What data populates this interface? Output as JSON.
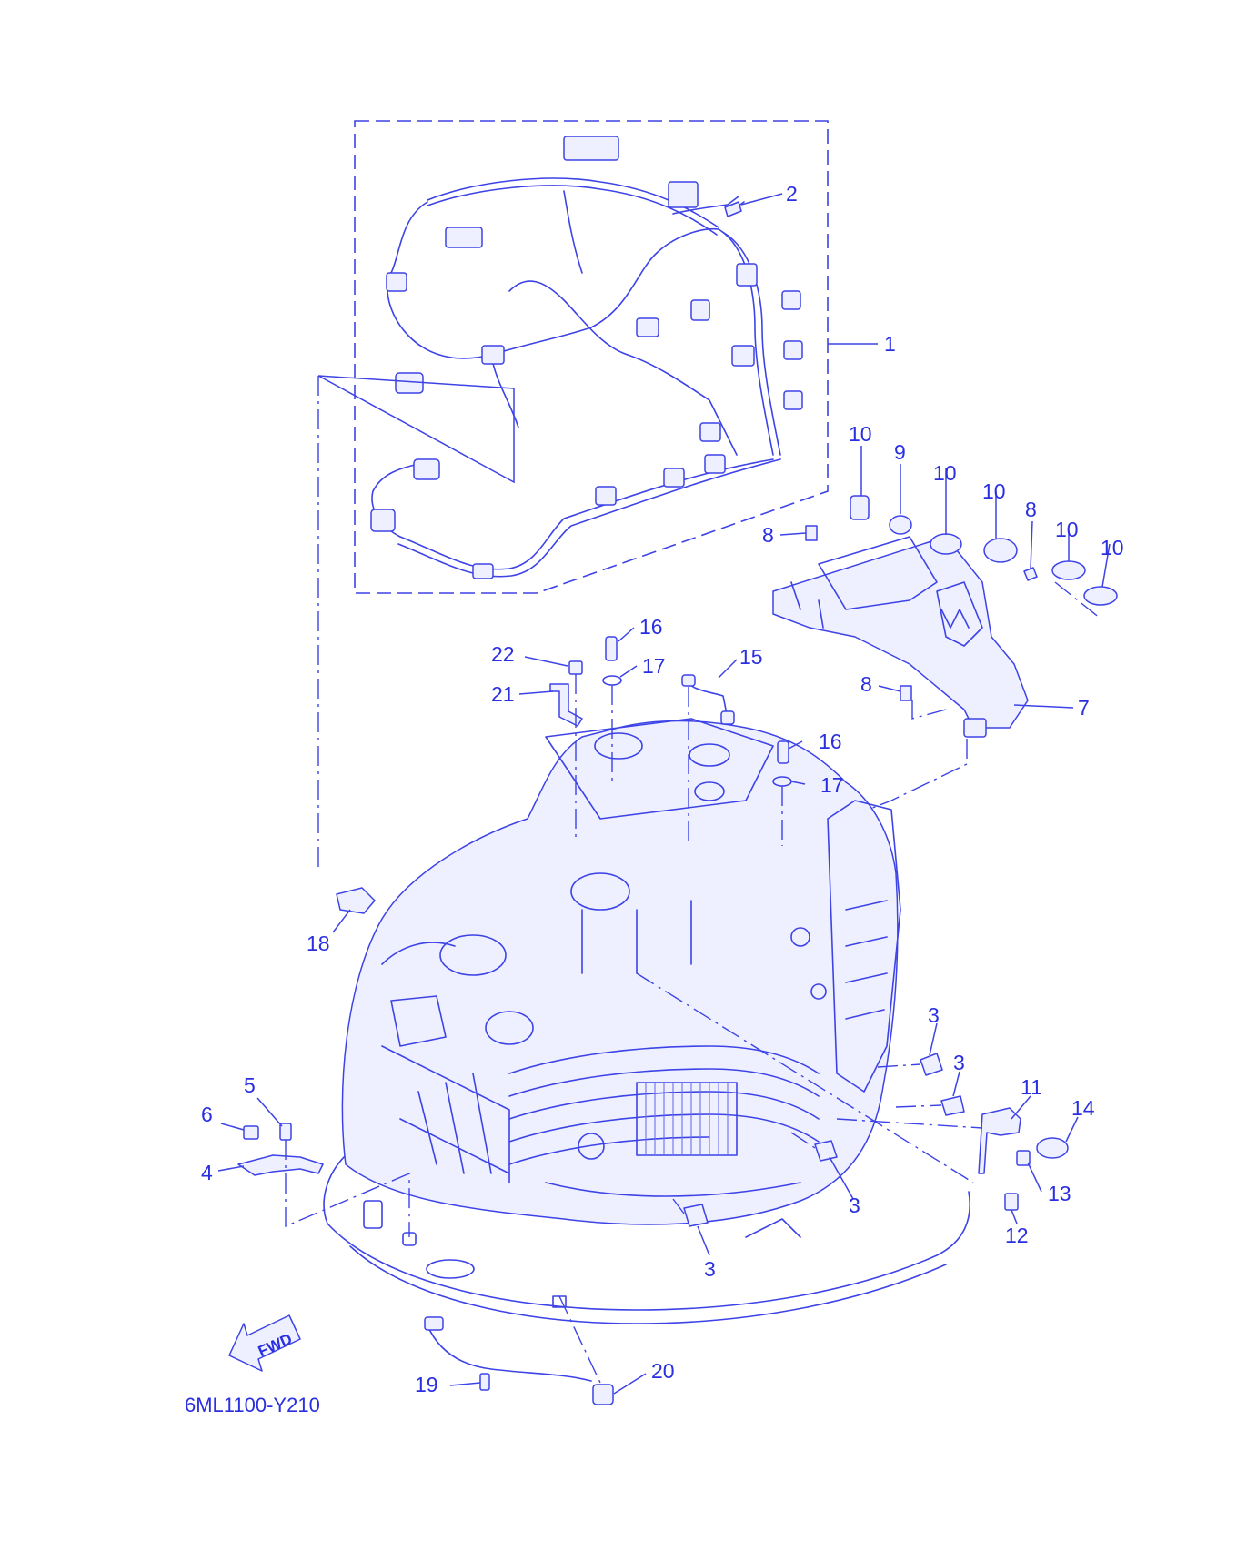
{
  "diagram_code": "6ML1100-Y210",
  "direction_label": "FWD",
  "callouts": {
    "c1": "1",
    "c2": "2",
    "c3a": "3",
    "c3b": "3",
    "c3c": "3",
    "c3d": "3",
    "c4": "4",
    "c5": "5",
    "c6": "6",
    "c7": "7",
    "c8a": "8",
    "c8b": "8",
    "c8c": "8",
    "c9": "9",
    "c10a": "10",
    "c10b": "10",
    "c10c": "10",
    "c10d": "10",
    "c10e": "10",
    "c11": "11",
    "c12": "12",
    "c13": "13",
    "c14": "14",
    "c15": "15",
    "c16a": "16",
    "c16b": "16",
    "c17a": "17",
    "c17b": "17",
    "c18": "18",
    "c19": "19",
    "c20": "20",
    "c21": "21",
    "c22": "22"
  },
  "colors": {
    "ink": "#3d43e6",
    "text": "#2a2fe0",
    "background": "#ffffff"
  }
}
